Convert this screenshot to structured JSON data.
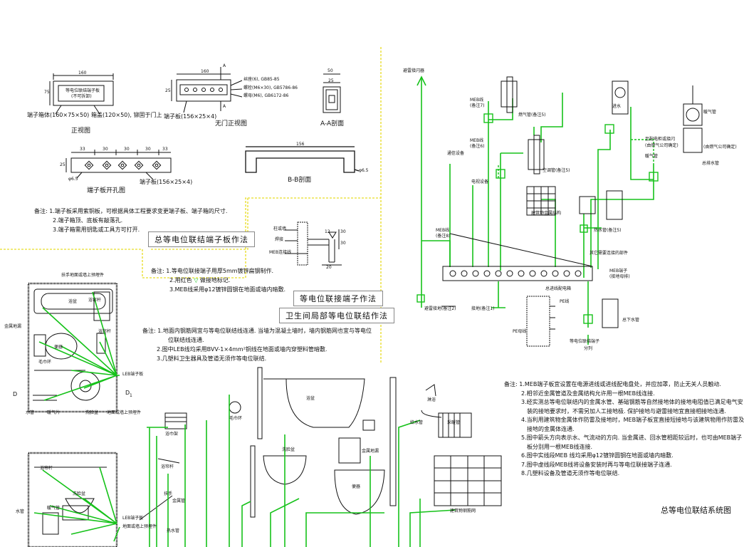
{
  "front_view": {
    "dim_top": "160",
    "dim_side": "75",
    "plate_l1": "等电位联结端子板",
    "plate_l2": "(不可拆卸)",
    "label_box": "端子箱体(160×75×50)",
    "label_cover": "箱盖(120×50), 铆固于门上",
    "title": "正视图"
  },
  "doorless_view": {
    "dim_top": "160",
    "dim_side": "25",
    "sec_mark": "A",
    "bolt": "丝座(6), GB85-85",
    "screw": "螺栓(M6×30), GB5786-86",
    "nut": "螺母(M6), GB6172-86",
    "label_plate": "端子板(156×25×4)",
    "title": "无门正视图"
  },
  "section_aa": {
    "dim_top": "50",
    "dim_side": "25",
    "title": "A-A剖面"
  },
  "hole_view": {
    "dims": [
      "33",
      "30",
      "30",
      "30",
      "33"
    ],
    "dim_side": "25",
    "hole": "φ6.5",
    "label_plate": "端子板(156×25×4)",
    "title": "端子板开孔图"
  },
  "section_bb": {
    "dim_top": "156",
    "hole": "φ6.5",
    "title": "B-B剖面"
  },
  "notes_box": [
    "备注: 1.端子板采用紫铜板，可根据具体工程要求变更端子板、端子箱的尺寸.",
    "2.端子箱顶、底板有敲落孔.",
    "3.端子箱需用钥匙或工具方可打开."
  ],
  "title_box_method": "总等电位联结端子板作法",
  "terminal_detail": {
    "beam": "柱或墙",
    "weld": "焊接",
    "bar": "MEB连接线",
    "d12": "12",
    "d30a": "30",
    "d30b": "30",
    "d20": "20"
  },
  "notes_terminal": [
    "备注: 1.等电位联接端子用厚5mm镀锌扁钢制作.",
    "2.用红色",
    "做接地标记.",
    "3.MEB线采用φ12镀锌圆钢在地面或墙内暗敷."
  ],
  "title_terminal": "等电位联接端子作法",
  "title_local": "卫生间局部等电位联结作法",
  "plan": {
    "handle": "扶手",
    "floor_exit": "地面或墙上预埋件",
    "basin": "浴盆",
    "curtain": "浴帘杆",
    "metal_floor": "金属地漏",
    "toilet": "便器",
    "towel": "毛巾环",
    "sink": "洗脸盆",
    "leb": "LEB端子板",
    "water": "水管",
    "heat": "暖气片",
    "D_left": "D",
    "D_right": "D",
    "D_sub": "1",
    "floor_exit2": "地面或墙上预埋件"
  },
  "notes_local": [
    "备注: 1.地面内钢筋网宜与等电位联结线连通. 当墙为混凝土墙时，墙内钢筋网也宜与等电位",
    "位联结线连通.",
    "2.图中LEB线均采用BVV-1×4mm²铜线在地面或墙内穿塑料管暗敷.",
    "3.几塑料卫生器具及管道无须作等电位联结."
  ],
  "elev": {
    "curtain": "浴帘杆",
    "handle": "扶手",
    "sink": "洗脸盆",
    "water": "水管",
    "heat": "暖气管",
    "leb": "LEB端子板",
    "floor_exit": "地面或墙上预埋件",
    "towel_rack": "浴巾架",
    "towel_ring": "毛巾环",
    "tub": "浴盆",
    "handle2": "扶手",
    "metal": "金属管",
    "sink2": "洗脸盆",
    "drain": "金属地漏",
    "toilet": "便器",
    "hot": "热水管",
    "shower": "淋浴",
    "supply": "给水管",
    "heater": "采暖管",
    "rebar": "建筑物钢筋网"
  },
  "system": {
    "lightning": "避雷接闪器",
    "meb_line1": "MEB线",
    "meb_line1b": "(备注7)",
    "gas": "燃气管(备注5)",
    "meb_line2": "MEB线",
    "meb_line2b": "(备注6)",
    "water_in": "进水",
    "heat_in": "暖气管",
    "ac": "空调管(备注5)",
    "gas_pipe": "燃气管(备注5)",
    "comm": "通信设备",
    "elec": "电视设备",
    "rebar": "建筑物金属结构",
    "hot_water": "热水管(备注5)",
    "insul1": "至配电柜或接闪",
    "insul2": "(由燃气公司确定)",
    "insul3": "(由燃气公司确定)",
    "heater": "暖气管",
    "sewer": "总排水管",
    "meb_left": "MEB线",
    "meb_left2": "(备注8)",
    "other": "其它需要连接的部件",
    "meb_bar": "MEB端子",
    "meb_bar2": "(接地母排)",
    "ground": "避雷接地(备注2)",
    "ground2": "接地(备注1)",
    "distbox": "总进线配电箱",
    "pe": "PE线",
    "pe_bus": "PE母线",
    "drain": "总下水管",
    "meb_box": "等电位联结端子",
    "meb_box2": "分列"
  },
  "notes_system": [
    "备注: 1.MEB端子板宜设置在电源进线或进线配电盘处，并应加罩，防止无关人员触动.",
    "2.相邻近金属管道及金属结构允许用一根MEB线连接.",
    "3.经实测总等电位联结内的金属水管、基础钢筋等自然接地体的接地电阻值已满足电气安",
    "装的接地要求时，不需另加人工接地极. 保护接地与避雷接地宜直接相接地连通.",
    "4.当利用建筑物金属体作防雷及接地时，MEB端子板宜直接短接地与该建筑物用作防雷及",
    "接地的金属体连通.",
    "5.图中箭头方向表示水、气流动的方向. 当金属进、回水管相距较远时，也可由MEB端子",
    "板分别用一根MEB线连接.",
    "6.图中实线段MEB 线均采用φ12镀锌圆钢在地面或墙内暗敷.",
    "7.图中虚线段MEB线将设备安装时再与等电位联接端子连通.",
    "8.几塑料设备及管道无须作等电位联结."
  ],
  "title_system": "总等电位联结系统图",
  "colors": {
    "green": "#16c21a",
    "yellow": "#ece34a",
    "line": "#111111"
  }
}
